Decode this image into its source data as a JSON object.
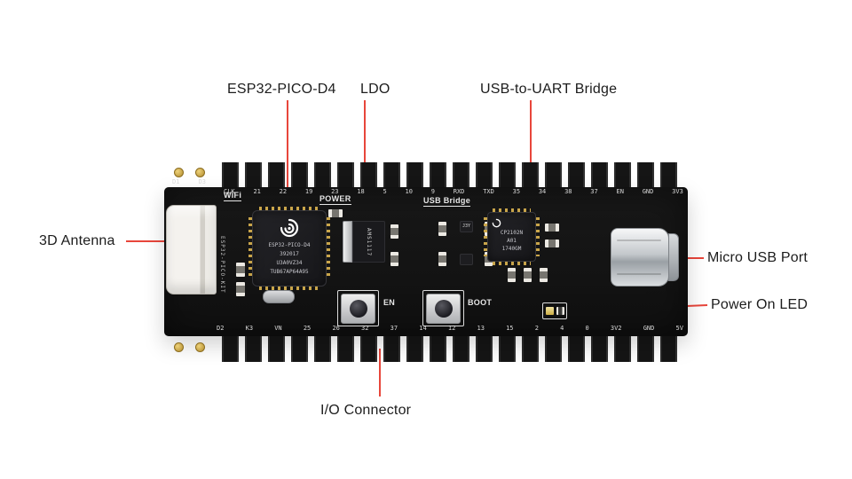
{
  "colors": {
    "annotation-red": "#e8463b",
    "pcb-black": "#141414",
    "silkscreen-white": "#e6e6e6",
    "gold": "#c9a53f",
    "metal-silver": "#cdd0d3",
    "label-text": "#1c1c1c",
    "background": "#ffffff"
  },
  "annotations": {
    "esp32": "ESP32-PICO-D4",
    "ldo": "LDO",
    "usb_uart": "USB-to-UART Bridge",
    "antenna": "3D Antenna",
    "micro_usb": "Micro USB Port",
    "power_led": "Power On LED",
    "io_connector": "I/O Connector"
  },
  "board": {
    "silkscreen": {
      "wifi": "WiFi",
      "power": "POWER",
      "usb_bridge": "USB Bridge",
      "en": "EN",
      "boot": "BOOT",
      "top_corner": "D1 D3",
      "top_pins": "CLK 21 22 19 23 18 5 10 9 RXD TXD 35 34 38 37 EN GND 3V3",
      "bottom_pins": "D2 K3 VN 25 26 32 37 14 12 13 15 2 4 0 3V2 GND 5V",
      "vertical": "ESP32-PICO-KIT"
    },
    "chips": {
      "esp32_lines": [
        "ESP32-PICO-D4",
        "392017",
        "U3A0VZ34",
        "TUB67AP64A95"
      ],
      "ldo": "AMS1117",
      "bridge_lines": [
        "CP2102N",
        "A01",
        "1740GM"
      ],
      "transistor": "J3Y"
    }
  }
}
